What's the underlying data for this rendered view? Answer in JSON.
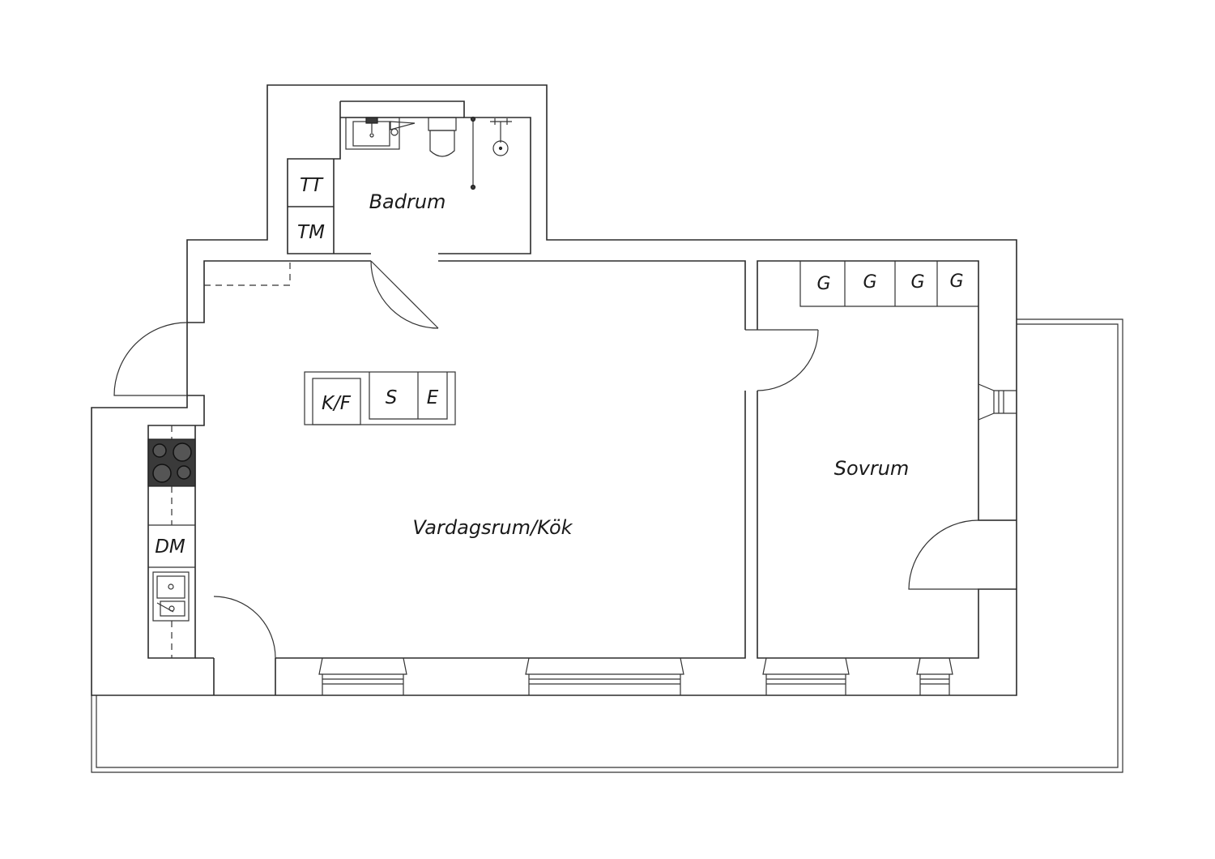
{
  "rooms": {
    "badrum": "Badrum",
    "vardagsrum": "Vardagsrum/Kök",
    "sovrum": "Sovrum"
  },
  "fixtures": {
    "tt": "TT",
    "tm": "TM",
    "kf": "K/F",
    "s": "S",
    "e": "E",
    "dm": "DM",
    "g1": "G",
    "g2": "G",
    "g3": "G",
    "g4": "G"
  }
}
